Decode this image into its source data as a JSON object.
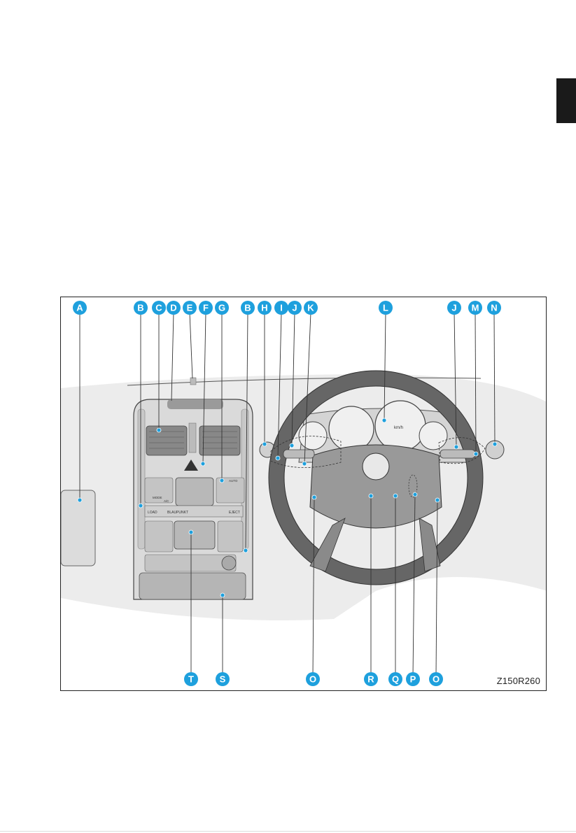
{
  "figure": {
    "code": "Z150R260",
    "top_callouts": [
      "A",
      "B",
      "C",
      "D",
      "E",
      "F",
      "G",
      "B",
      "H",
      "I",
      "J",
      "K",
      "L",
      "J",
      "M",
      "N"
    ],
    "bottom_callouts": [
      "T",
      "S",
      "O",
      "R",
      "Q",
      "P",
      "O"
    ]
  },
  "labels": {
    "radio_brand": "BLAUPUNKT",
    "load": "LOAD",
    "eject": "EJECT",
    "auto": "AUTO",
    "speed_unit": "km/h",
    "climate_mode": "MODE",
    "ac": "A/C"
  },
  "colors": {
    "callout": "#1ea0dd",
    "callout_text": "#ffffff",
    "panel": "#ececec",
    "stroke": "#222222"
  }
}
